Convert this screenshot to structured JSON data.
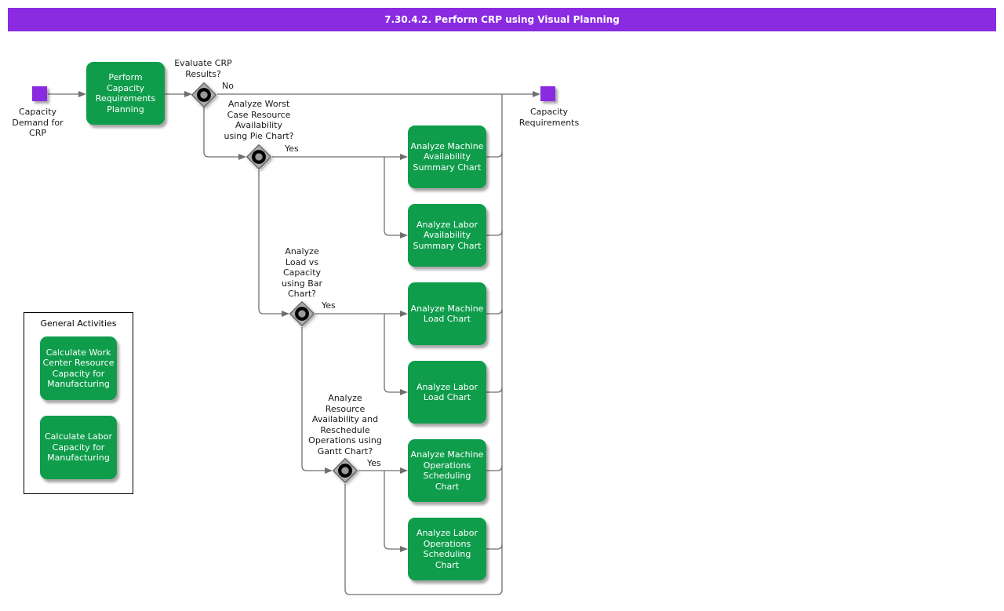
{
  "title": "7.30.4.2. Perform CRP using Visual Planning",
  "colors": {
    "purple": "#8A2BE2",
    "green": "#0F9D4C",
    "line": "#6F6F6F"
  },
  "start_node": {
    "label": "Capacity\nDemand for\nCRP"
  },
  "end_node": {
    "label": "Capacity\nRequirements"
  },
  "process": {
    "label": "Perform\nCapacity\nRequirements\nPlanning"
  },
  "decisions": [
    {
      "question": "Evaluate CRP\nResults?",
      "branch_label": "No"
    },
    {
      "question": "Analyze Worst\nCase Resource\nAvailability\nusing Pie Chart?",
      "branch_label": "Yes"
    },
    {
      "question": "Analyze\nLoad vs\nCapacity\nusing Bar\nChart?",
      "branch_label": "Yes"
    },
    {
      "question": "Analyze\nResource\nAvailability and\nReschedule\nOperations using\nGantt Chart?",
      "branch_label": "Yes"
    }
  ],
  "tasks": [
    {
      "label": "Analyze Machine\nAvailability\nSummary Chart"
    },
    {
      "label": "Analyze Labor\nAvailability\nSummary Chart"
    },
    {
      "label": "Analyze Machine\nLoad Chart"
    },
    {
      "label": "Analyze Labor\nLoad Chart"
    },
    {
      "label": "Analyze Machine\nOperations\nScheduling\nChart"
    },
    {
      "label": "Analyze Labor\nOperations\nScheduling\nChart"
    }
  ],
  "general_activities": {
    "title": "General Activities",
    "items": [
      {
        "label": "Calculate Work\nCenter Resource\nCapacity for\nManufacturing"
      },
      {
        "label": "Calculate Labor\nCapacity for\nManufacturing"
      }
    ]
  }
}
